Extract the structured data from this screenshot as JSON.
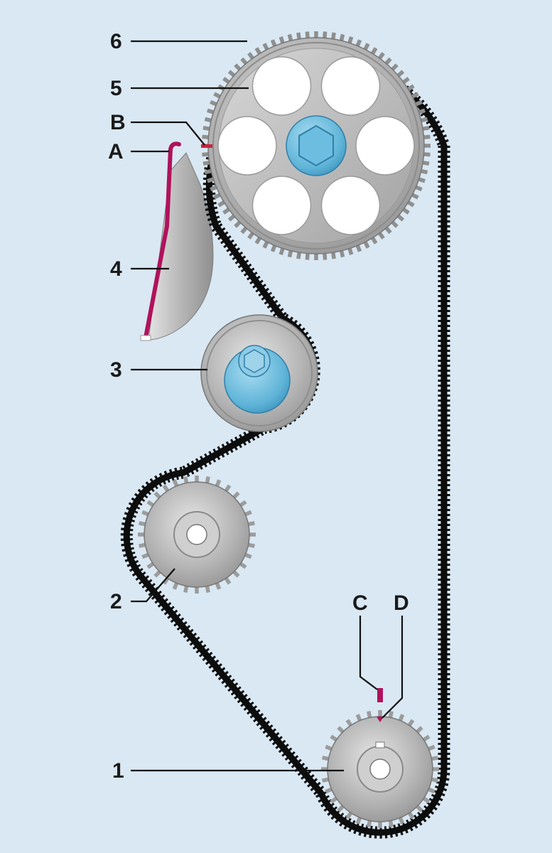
{
  "diagram": {
    "colors": {
      "background": "#d9e8f3",
      "belt": "#0d0d0d",
      "pulley_metal": "#b9b9b9",
      "hub_blue": "#5fb4d8",
      "tool_magenta": "#b0125c",
      "marker_red": "#d0203a"
    },
    "components": [
      {
        "key": "1",
        "name": "crankshaft-sprocket",
        "label": "1"
      },
      {
        "key": "2",
        "name": "intermediate-sprocket",
        "label": "2"
      },
      {
        "key": "3",
        "name": "tensioner-pulley",
        "label": "3"
      },
      {
        "key": "4",
        "name": "engine-bracket",
        "label": "4"
      },
      {
        "key": "5",
        "name": "camshaft-pulley-face",
        "label": "5"
      },
      {
        "key": "6",
        "name": "camshaft-pulley-teeth",
        "label": "6"
      }
    ],
    "markers": [
      {
        "key": "A",
        "name": "locking-tool-tip",
        "label": "A"
      },
      {
        "key": "B",
        "name": "camshaft-timing-mark",
        "label": "B"
      },
      {
        "key": "C",
        "name": "crankcase-timing-mark",
        "label": "C"
      },
      {
        "key": "D",
        "name": "crankshaft-timing-mark",
        "label": "D"
      }
    ]
  }
}
